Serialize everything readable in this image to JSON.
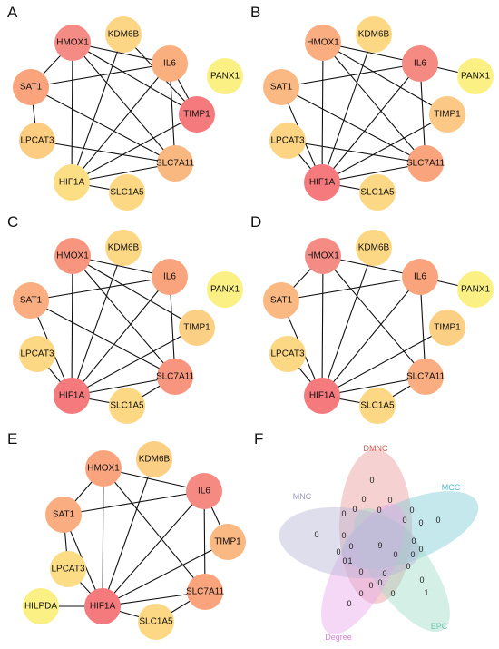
{
  "panels": [
    {
      "label": "A",
      "nodes": [
        {
          "id": "HMOX1",
          "color": "#f48c85"
        },
        {
          "id": "KDM6B",
          "color": "#fcd685"
        },
        {
          "id": "IL6",
          "color": "#f9b07e"
        },
        {
          "id": "PANX1",
          "color": "#fbf084"
        },
        {
          "id": "SAT1",
          "color": "#f9a47d"
        },
        {
          "id": "TIMP1",
          "color": "#f57a7d"
        },
        {
          "id": "LPCAT3",
          "color": "#fccc80"
        },
        {
          "id": "HIF1A",
          "color": "#fcde84"
        },
        {
          "id": "SLC7A11",
          "color": "#f9b87f"
        },
        {
          "id": "SLC1A5",
          "color": "#fcd884"
        }
      ],
      "edges": [
        [
          "HMOX1",
          "IL6"
        ],
        [
          "HMOX1",
          "TIMP1"
        ],
        [
          "HMOX1",
          "SAT1"
        ],
        [
          "HMOX1",
          "HIF1A"
        ],
        [
          "HMOX1",
          "SLC7A11"
        ],
        [
          "KDM6B",
          "TIMP1"
        ],
        [
          "KDM6B",
          "HIF1A"
        ],
        [
          "IL6",
          "TIMP1"
        ],
        [
          "IL6",
          "HIF1A"
        ],
        [
          "IL6",
          "SAT1"
        ],
        [
          "IL6",
          "SLC7A11"
        ],
        [
          "SAT1",
          "LPCAT3"
        ],
        [
          "SAT1",
          "SLC7A11"
        ],
        [
          "TIMP1",
          "HIF1A"
        ],
        [
          "LPCAT3",
          "SLC7A11"
        ],
        [
          "HIF1A",
          "SLC7A11"
        ],
        [
          "HIF1A",
          "SLC1A5"
        ]
      ]
    },
    {
      "label": "B",
      "nodes": [
        {
          "id": "HMOX1",
          "color": "#f9ad80"
        },
        {
          "id": "KDM6B",
          "color": "#fcd884"
        },
        {
          "id": "IL6",
          "color": "#f58a83"
        },
        {
          "id": "PANX1",
          "color": "#fbf084"
        },
        {
          "id": "SAT1",
          "color": "#fab882"
        },
        {
          "id": "TIMP1",
          "color": "#fbc985"
        },
        {
          "id": "LPCAT3",
          "color": "#fcd483"
        },
        {
          "id": "HIF1A",
          "color": "#f57a7d"
        },
        {
          "id": "SLC7A11",
          "color": "#f9a47d"
        },
        {
          "id": "SLC1A5",
          "color": "#fcd884"
        }
      ],
      "edges": [
        [
          "HMOX1",
          "IL6"
        ],
        [
          "HMOX1",
          "HIF1A"
        ],
        [
          "HMOX1",
          "SLC7A11"
        ],
        [
          "HMOX1",
          "TIMP1"
        ],
        [
          "KDM6B",
          "HIF1A"
        ],
        [
          "IL6",
          "PANX1"
        ],
        [
          "IL6",
          "HIF1A"
        ],
        [
          "IL6",
          "SAT1"
        ],
        [
          "IL6",
          "SLC7A11"
        ],
        [
          "SAT1",
          "HIF1A"
        ],
        [
          "SAT1",
          "SLC7A11"
        ],
        [
          "TIMP1",
          "HIF1A"
        ],
        [
          "LPCAT3",
          "HIF1A"
        ],
        [
          "LPCAT3",
          "SLC7A11"
        ],
        [
          "HIF1A",
          "SLC7A11"
        ],
        [
          "HIF1A",
          "SLC1A5"
        ]
      ]
    },
    {
      "label": "C",
      "nodes": [
        {
          "id": "HMOX1",
          "color": "#f7957f"
        },
        {
          "id": "KDM6B",
          "color": "#fcd884"
        },
        {
          "id": "IL6",
          "color": "#f9a47d"
        },
        {
          "id": "PANX1",
          "color": "#fbf084"
        },
        {
          "id": "SAT1",
          "color": "#f9ad80"
        },
        {
          "id": "TIMP1",
          "color": "#fcd084"
        },
        {
          "id": "LPCAT3",
          "color": "#fcd884"
        },
        {
          "id": "HIF1A",
          "color": "#f57a7d"
        },
        {
          "id": "SLC7A11",
          "color": "#f7957f"
        },
        {
          "id": "SLC1A5",
          "color": "#fcd884"
        }
      ],
      "edges": [
        [
          "HMOX1",
          "IL6"
        ],
        [
          "HMOX1",
          "HIF1A"
        ],
        [
          "HMOX1",
          "SLC7A11"
        ],
        [
          "HMOX1",
          "TIMP1"
        ],
        [
          "KDM6B",
          "HIF1A"
        ],
        [
          "IL6",
          "HIF1A"
        ],
        [
          "IL6",
          "SAT1"
        ],
        [
          "IL6",
          "SLC7A11"
        ],
        [
          "SAT1",
          "HIF1A"
        ],
        [
          "SAT1",
          "SLC7A11"
        ],
        [
          "TIMP1",
          "HIF1A"
        ],
        [
          "LPCAT3",
          "HIF1A"
        ],
        [
          "HIF1A",
          "SLC7A11"
        ],
        [
          "HIF1A",
          "SLC1A5"
        ],
        [
          "SLC7A11",
          "SLC1A5"
        ]
      ]
    },
    {
      "label": "D",
      "nodes": [
        {
          "id": "HMOX1",
          "color": "#f48c85"
        },
        {
          "id": "KDM6B",
          "color": "#fcd884"
        },
        {
          "id": "IL6",
          "color": "#f9a47d"
        },
        {
          "id": "PANX1",
          "color": "#fbf084"
        },
        {
          "id": "SAT1",
          "color": "#fab882"
        },
        {
          "id": "TIMP1",
          "color": "#fcd084"
        },
        {
          "id": "LPCAT3",
          "color": "#fcd884"
        },
        {
          "id": "HIF1A",
          "color": "#f57a7d"
        },
        {
          "id": "SLC7A11",
          "color": "#f9ad80"
        },
        {
          "id": "SLC1A5",
          "color": "#fcd884"
        }
      ],
      "edges": [
        [
          "HMOX1",
          "IL6"
        ],
        [
          "HMOX1",
          "HIF1A"
        ],
        [
          "HMOX1",
          "SLC7A11"
        ],
        [
          "HMOX1",
          "SAT1"
        ],
        [
          "KDM6B",
          "HIF1A"
        ],
        [
          "IL6",
          "HIF1A"
        ],
        [
          "IL6",
          "SAT1"
        ],
        [
          "IL6",
          "SLC7A11"
        ],
        [
          "IL6",
          "PANX1"
        ],
        [
          "SAT1",
          "HIF1A"
        ],
        [
          "TIMP1",
          "HIF1A"
        ],
        [
          "LPCAT3",
          "HIF1A"
        ],
        [
          "HIF1A",
          "SLC7A11"
        ],
        [
          "HIF1A",
          "SLC1A5"
        ],
        [
          "SLC7A11",
          "SLC1A5"
        ]
      ]
    },
    {
      "label": "E",
      "nodes": [
        {
          "id": "HMOX1",
          "color": "#f9a47d"
        },
        {
          "id": "KDM6B",
          "color": "#fcd084"
        },
        {
          "id": "IL6",
          "color": "#f58a83"
        },
        {
          "id": "SAT1",
          "color": "#f9ad80"
        },
        {
          "id": "TIMP1",
          "color": "#fab882"
        },
        {
          "id": "LPCAT3",
          "color": "#fcdc84"
        },
        {
          "id": "HILPDA",
          "color": "#fbf084"
        },
        {
          "id": "HIF1A",
          "color": "#f57a7d"
        },
        {
          "id": "SLC7A11",
          "color": "#f9a47d"
        },
        {
          "id": "SLC1A5",
          "color": "#fcd884"
        }
      ],
      "edges": [
        [
          "HMOX1",
          "IL6"
        ],
        [
          "HMOX1",
          "HIF1A"
        ],
        [
          "HMOX1",
          "SLC7A11"
        ],
        [
          "HMOX1",
          "SAT1"
        ],
        [
          "KDM6B",
          "HIF1A"
        ],
        [
          "IL6",
          "HIF1A"
        ],
        [
          "IL6",
          "SAT1"
        ],
        [
          "IL6",
          "SLC7A11"
        ],
        [
          "IL6",
          "TIMP1"
        ],
        [
          "SAT1",
          "HIF1A"
        ],
        [
          "SAT1",
          "LPCAT3"
        ],
        [
          "TIMP1",
          "HIF1A"
        ],
        [
          "LPCAT3",
          "HIF1A"
        ],
        [
          "HILPDA",
          "HIF1A"
        ],
        [
          "HIF1A",
          "SLC7A11"
        ],
        [
          "HIF1A",
          "SLC1A5"
        ],
        [
          "SLC7A11",
          "SLC1A5"
        ]
      ]
    }
  ],
  "venn": {
    "label": "F",
    "sets": [
      {
        "name": "DMNC",
        "color": "#d9534f",
        "fill": "#e89a9a"
      },
      {
        "name": "MCC",
        "color": "#4bb8d0",
        "fill": "#7fcbd8"
      },
      {
        "name": "EPC",
        "color": "#6cc4b0",
        "fill": "#9fdcc6"
      },
      {
        "name": "Degree",
        "color": "#d67fd6",
        "fill": "#e6a8e8"
      },
      {
        "name": "MNC",
        "color": "#9a9ac7",
        "fill": "#b7b6d8"
      }
    ],
    "numbers": [
      "0",
      "0",
      "0",
      "0",
      "0",
      "0",
      "0",
      "0",
      "0",
      "0",
      "0",
      "0",
      "0",
      "9",
      "0",
      "0",
      "0",
      "0",
      "0",
      "1",
      "0",
      "0",
      "0",
      "0",
      "0",
      "0",
      "0",
      "1",
      "0",
      "0",
      "0"
    ]
  }
}
